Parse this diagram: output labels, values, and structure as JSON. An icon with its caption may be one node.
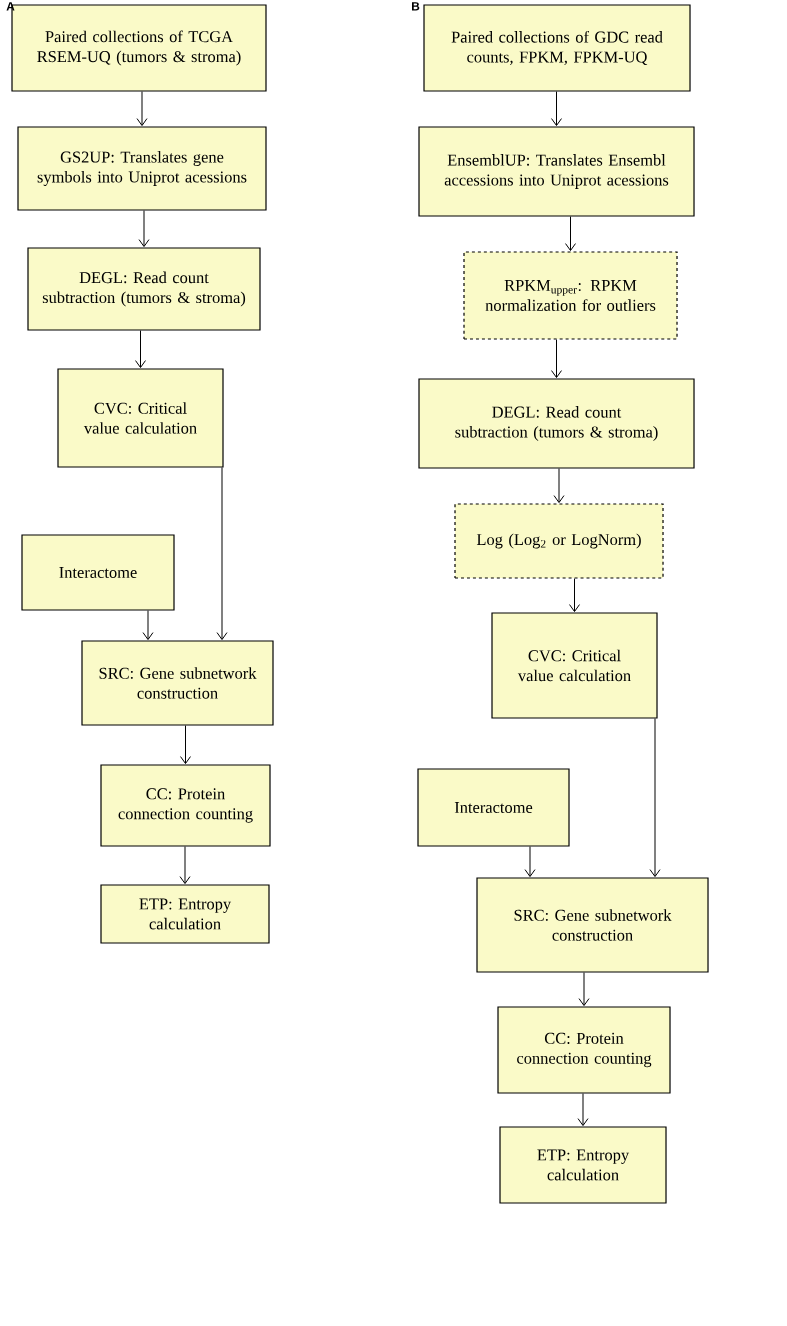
{
  "diagram": {
    "nodes": [
      {
        "text": [
          "Paired collections of TCGA RSEM-UQ (tumors & stroma)"
        ]
      },
      {
        "text": [
          "GS2UP: Translates gene symbols into Uniprot acessions"
        ]
      },
      {
        "text": [
          "DEGL: Read count subtraction (tumors & stroma)"
        ]
      },
      {
        "text": [
          "CVC: Critical value calculation"
        ]
      },
      {
        "text": [
          "Interactome"
        ]
      },
      {
        "text": [
          "SRC: Gene subnetwork construction"
        ]
      },
      {
        "text": [
          "CC: Protein connection counting"
        ]
      },
      {
        "text": [
          "ETP: Entropy calculation"
        ]
      },
      {
        "text": [
          "Paired collections of GDC read counts, FPKM, FPKM-UQ"
        ]
      },
      {
        "text": [
          "EnsemblUP: Translates Ensembl accessions into Uniprot acessions"
        ]
      },
      {
        "text": [
          "RPKM$_{upper}$: RPKM normalization for outliers"
        ]
      },
      {
        "text": [
          "DEGL: Read count subtraction (tumors & stroma)"
        ]
      },
      {
        "text": [
          "Log (Log$_{2}$ or LogNorm)"
        ]
      },
      {
        "text": [
          "CVC: Critical value calculation"
        ]
      },
      {
        "text": [
          "Interactome"
        ]
      },
      {
        "text": [
          "SRC: Gene subnetwork construction"
        ]
      },
      {
        "text": [
          "CC: Protein connection counting"
        ]
      },
      {
        "text": [
          "ETP: Entropy calculation"
        ]
      }
    ],
    "edges": [
      {
        "from": 0,
        "to": 1,
        "arrow": "to"
      },
      {
        "from": 1,
        "to": 2,
        "arrow": "to"
      },
      {
        "from": 2,
        "to": 3,
        "arrow": "to"
      },
      {
        "from": 3,
        "to": 5,
        "arrow": "to"
      },
      {
        "from": 4,
        "to": 5,
        "arrow": "to"
      },
      {
        "from": 5,
        "to": 6,
        "arrow": "to"
      },
      {
        "from": 6,
        "to": 7,
        "arrow": "to"
      },
      {
        "from": 8,
        "to": 9,
        "arrow": "to"
      },
      {
        "from": 9,
        "to": 10,
        "arrow": "to"
      },
      {
        "from": 10,
        "to": 11,
        "arrow": "to"
      },
      {
        "from": 11,
        "to": 12,
        "arrow": "to"
      },
      {
        "from": 12,
        "to": 13,
        "arrow": "to"
      },
      {
        "from": 13,
        "to": 15,
        "arrow": "to"
      },
      {
        "from": 14,
        "to": 15,
        "arrow": "to"
      },
      {
        "from": 15,
        "to": 16,
        "arrow": "to"
      },
      {
        "from": 16,
        "to": 17,
        "arrow": "to"
      }
    ],
    "labels": [
      "A",
      "B"
    ]
  }
}
